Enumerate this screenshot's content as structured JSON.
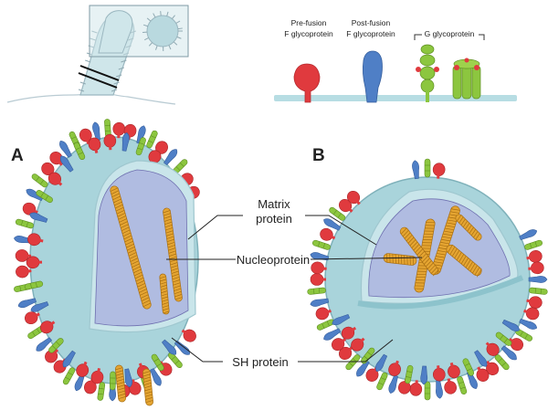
{
  "panel_labels": {
    "a": "A",
    "b": "B"
  },
  "legend": {
    "prefusion_line1": "Pre-fusion",
    "prefusion_line2": "F glycoprotein",
    "postfusion_line1": "Post-fusion",
    "postfusion_line2": "F glycoprotein",
    "g": "G glycoprotein"
  },
  "callouts": {
    "matrix_line1": "Matrix",
    "matrix_line2": "protein",
    "nucleoprotein": "Nucleoprotein",
    "sh": "SH protein"
  },
  "colors": {
    "prefusion_f": "#e03a3e",
    "postfusion_f": "#4f7fc6",
    "g_protein": "#8cc63f",
    "membrane": "#b7dde3",
    "nucleoprotein": "#e5a532",
    "matrix": "#9a9bd8"
  }
}
